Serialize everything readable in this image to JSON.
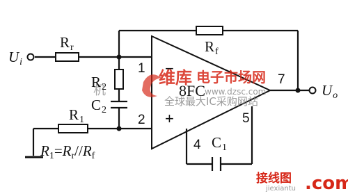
{
  "input_label": {
    "main": "U",
    "sub": "i"
  },
  "output_label": {
    "main": "U",
    "sub": "o"
  },
  "resistor_rr": {
    "main": "R",
    "sub": "r"
  },
  "resistor_rf": {
    "main": "R",
    "sub": "f"
  },
  "resistor_r2": {
    "main": "R",
    "sub": "2"
  },
  "resistor_r1": {
    "main": "R",
    "sub": "1"
  },
  "capacitor_c2": {
    "main": "C",
    "sub": "2"
  },
  "capacitor_c1": {
    "main": "C",
    "sub": "1"
  },
  "opamp": {
    "model": "8FC",
    "inverting_sign": "−",
    "noninverting_sign": "+",
    "pin_inverting": "1",
    "pin_noninverting": "2",
    "pin_output": "7",
    "pin_comp_a": "4",
    "pin_comp_b": "5"
  },
  "formula": {
    "r1": "R",
    "r1_sub": "1",
    "eq": "=",
    "rr": "R",
    "rr_sub": "r",
    "slash": "//",
    "rf": "R",
    "rf_sub": "f"
  },
  "watermark": {
    "brand_cn": "维库",
    "market_cn": "电子市场网",
    "url": "www.dzsc.com",
    "slogan_cn": "全球最大IC采购网站",
    "left_cn": "机",
    "site_cn": "接线图",
    "site_url": "jiexiantu",
    "site_tld": ".com"
  },
  "colors": {
    "line": "#111111",
    "watermark_red": "#d62718",
    "watermark_grey": "#8a8a8a"
  }
}
